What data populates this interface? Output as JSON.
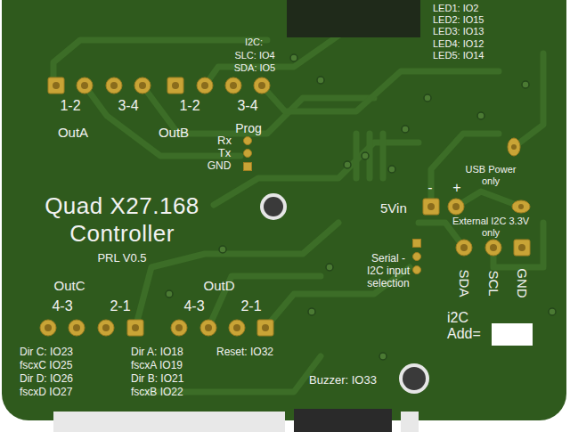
{
  "diagram": {
    "title": "Quad X27.168 Controller",
    "labels": [
      "I2C:",
      "SLC: IO4",
      "SDA: IO5",
      "LED1: IO2",
      "LED2: IO15",
      "LED3: IO13",
      "LED4: IO12",
      "LED5: IO14",
      "1-2",
      "3-4",
      "1-2",
      "3-4",
      "OutA",
      "OutB",
      "Prog",
      "Rx",
      "Tx",
      "GND",
      "PRL V0.5",
      "OutC",
      "OutD",
      "4-3",
      "2-1",
      "4-3",
      "2-1",
      "Dir C: IO23",
      "fscxC IO25",
      "Dir D: IO26",
      "fscxD IO27",
      "Dir A: IO18",
      "fscxA IO19",
      "Dir B: IO21",
      "fscxB IO22",
      "Reset: IO32",
      "Buzzer: IO33",
      "-",
      "+",
      "5Vin",
      "USB Power only",
      "External I2C 3.3V only",
      "SDA",
      "SCL",
      "GND",
      "Serial - I2C input selection",
      "i2C Add="
    ]
  }
}
